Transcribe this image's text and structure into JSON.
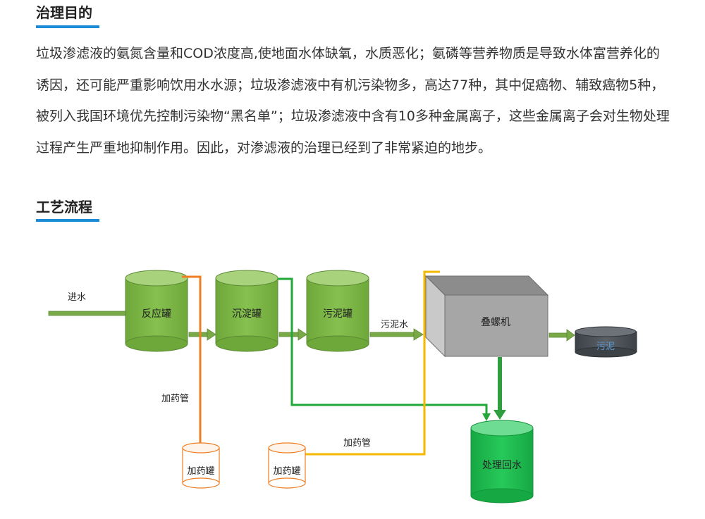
{
  "sections": {
    "purpose": {
      "title": "治理目的",
      "body": "垃圾渗滤液的氨氮含量和COD浓度高,使地面水体缺氧，水质恶化；氨磷等营养物质是导致水体富营养化的诱因，还可能严重影响饮用水水源；垃圾渗滤液中有机污染物多，高达77种，其中促癌物、辅致癌物5种，被列入我国环境优先控制污染物“黑名单”；垃圾渗滤液中含有10多种金属离子，这些金属离子会对生物处理过程产生严重地抑制作用。因此，对渗滤液的治理已经到了非常紧迫的地步。"
    },
    "process": {
      "title": "工艺流程"
    }
  },
  "diagram": {
    "inlet": "进水",
    "reaction_tank": "反应罐",
    "settling_tank": "沉淀罐",
    "sludge_tank": "污泥罐",
    "sludge_water": "污泥水",
    "screw_press": "叠螺机",
    "sludge_out": "污泥",
    "treated_water": "处理回水",
    "dosing_pipe_1": "加药管",
    "dosing_pipe_2": "加药管",
    "dosing_tank_1": "加药罐",
    "dosing_tank_2": "加药罐",
    "colors": {
      "accent_underline": "#1a8bd6",
      "tank_green": "#7cb342",
      "tank_top": "#a5d17a",
      "flow_green": "#2e9e3e",
      "arrow_green": "#6aaf3d",
      "dosing_orange": "#ef7d22",
      "dosing_yellow": "#f5b800",
      "machine_gray": "#a6a6a6",
      "treated_water_green": "#1fbf4f",
      "sludge_dark": "#4a4f54"
    }
  }
}
